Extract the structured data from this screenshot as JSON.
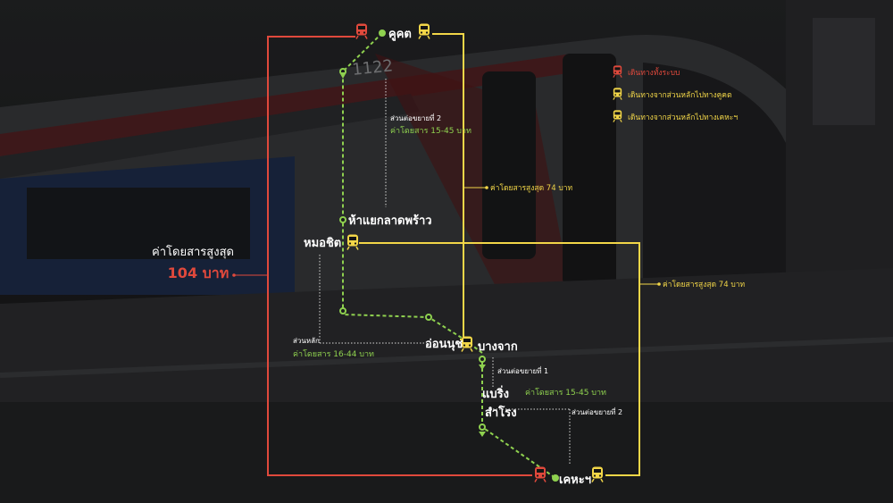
{
  "colors": {
    "red": "#e0493c",
    "yellow": "#f2d648",
    "green": "#8fd14f",
    "white": "#ffffff",
    "gray": "#cfcfcf"
  },
  "stations": {
    "khu_khot": "คูคต",
    "hanyaek": "ห้าแยกลาดพร้าว",
    "mo_chit": "หมอชิต",
    "on_nut": "อ่อนนุช",
    "bang_chak": "บางจาก",
    "bearing": "แบริ่ง",
    "samrong": "สำโรง",
    "kheha": "เคหะฯ"
  },
  "annotations": {
    "north_ext_label": "ส่วนต่อขยายที่ 2",
    "north_ext_fare": "ค่าโดยสาร 15-45 บาท",
    "main_label": "ส่วนหลัก",
    "main_fare": "ค่าโดยสาร 16-44 บาท",
    "ext1_label": "ส่วนต่อขยายที่ 1",
    "ext1_fare": "ค่าโดยสาร 15-45 บาท",
    "ext2_south_label": "ส่วนต่อขยายที่ 2",
    "max_fare_north": "ค่าโดยสารสูงสุด 74 บาท",
    "max_fare_south": "ค่าโดยสารสูงสุด 74 บาท"
  },
  "total": {
    "label": "ค่าโดยสารสูงสุด",
    "value": "104 บาท"
  },
  "legend": [
    {
      "icon": "red-train-icon",
      "color": "red",
      "text": "เดินทางทั้งระบบ"
    },
    {
      "icon": "yellow-train-icon",
      "color": "yellow",
      "text": "เดินทางจากส่วนหลักไปทางคูคต"
    },
    {
      "icon": "yellow-train-icon",
      "color": "yellow",
      "text": "เดินทางจากส่วนหลักไปทางเคหะฯ"
    }
  ],
  "background": {
    "train_number": "1122"
  }
}
